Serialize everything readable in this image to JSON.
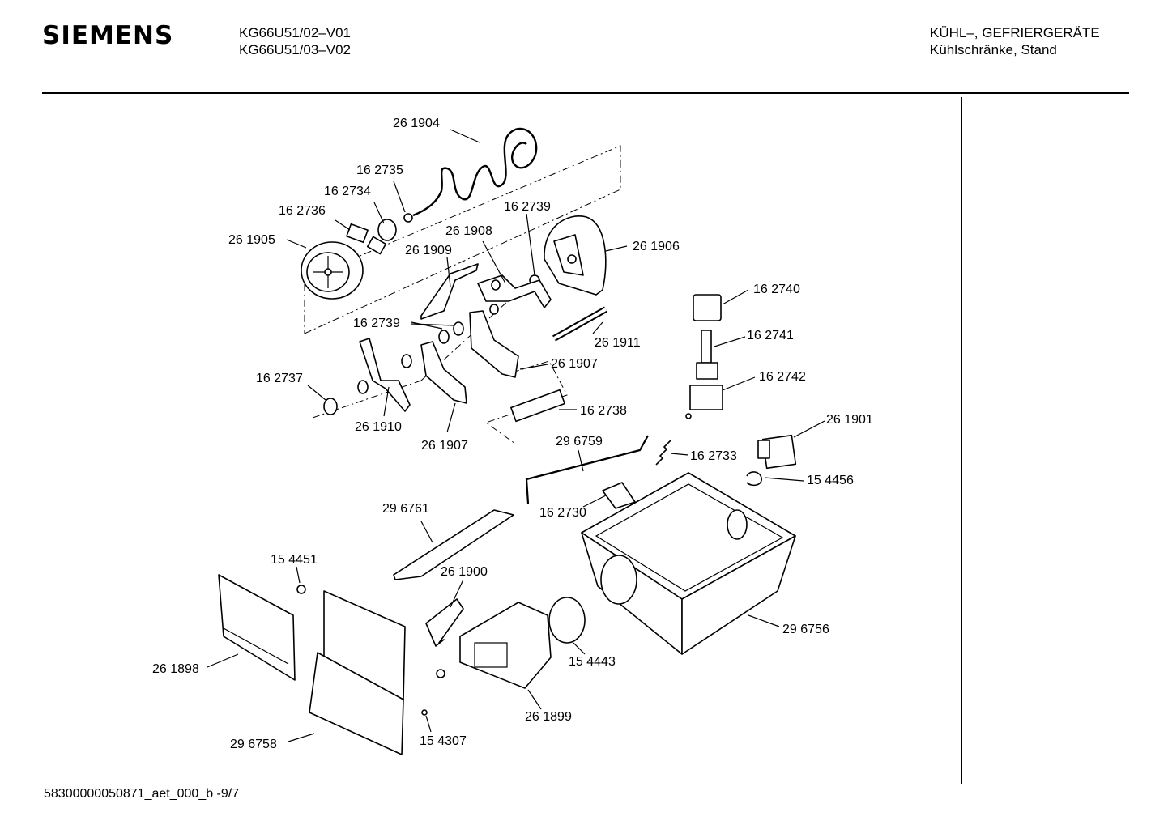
{
  "header": {
    "brand": "SIEMENS",
    "model_1": "KG66U51/02–V01",
    "model_2": "KG66U51/03–V02",
    "category_1": "KÜHL–, GEFRIERGERÄTE",
    "category_2": "Kühlschränke, Stand"
  },
  "footer": {
    "document_id": "58300000050871_aet_000_b -9/7"
  },
  "diagram": {
    "part_labels": [
      "26 1904",
      "16 2735",
      "16 2734",
      "16 2736",
      "26 1905",
      "16 2739",
      "26 1908",
      "26 1909",
      "26 1906",
      "16 2740",
      "16 2741",
      "16 2739",
      "26 1911",
      "26 1907",
      "16 2742",
      "16 2737",
      "16 2738",
      "26 1910",
      "26 1907",
      "26 1901",
      "29 6759",
      "16 2733",
      "15 4456",
      "16 2730",
      "29 6761",
      "15 4451",
      "26 1900",
      "26 1898",
      "15 4443",
      "29 6756",
      "26 1899",
      "29 6758",
      "15 4307"
    ]
  }
}
